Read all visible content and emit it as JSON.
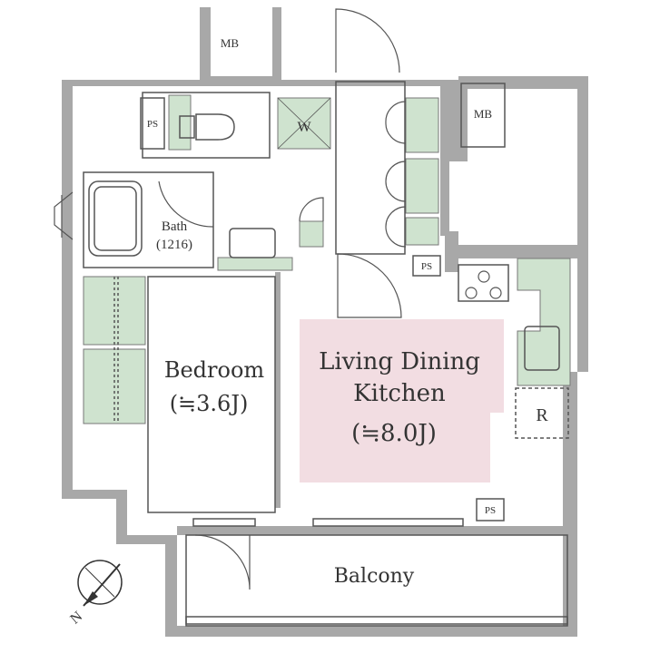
{
  "rooms": {
    "bedroom": {
      "name": "Bedroom",
      "size": "(≒3.6J)"
    },
    "ldk": {
      "line1": "Living Dining",
      "line2": "Kitchen",
      "size": "(≒8.0J)"
    },
    "bath": {
      "name": "Bath",
      "size": "(1216)"
    },
    "balcony": {
      "name": "Balcony"
    }
  },
  "fixtures": {
    "mb_top": "MB",
    "mb_right": "MB",
    "ps_toilet": "PS",
    "ps_kitchen": "PS",
    "ps_bottom": "PS",
    "washer": "W",
    "fridge": "R"
  },
  "compass": {
    "north": "N"
  },
  "colors": {
    "wall": "#a8a8a8",
    "storage": "#cfe3cf",
    "ldk_highlight": "#f2dde2",
    "line": "#555555"
  }
}
